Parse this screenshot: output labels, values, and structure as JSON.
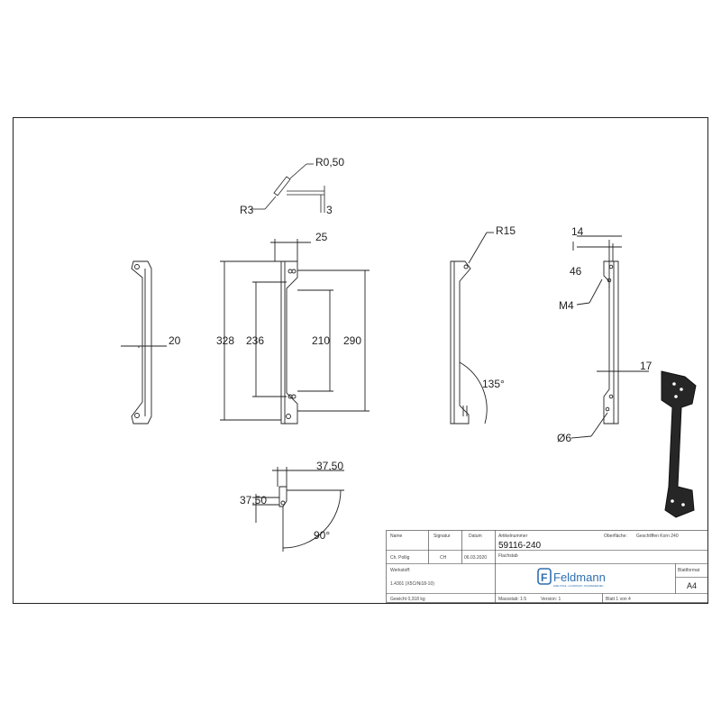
{
  "dimensions": {
    "r050": "R0,50",
    "r3": "R3",
    "t3": "3",
    "d25": "25",
    "d328": "328",
    "d236": "236",
    "d210": "210",
    "d290": "290",
    "d20": "20",
    "r15": "R15",
    "a135": "135°",
    "d14": "14",
    "d46": "46",
    "m4": "M4",
    "d17": "17",
    "phi6": "Ø6",
    "d3750a": "37,50",
    "d3750b": "37,50",
    "a90": "90°"
  },
  "title_block": {
    "hdr_name": "Name",
    "hdr_signature": "Signatur",
    "hdr_date": "Datum",
    "drawn_by": "Ch. Pollig",
    "signature": "CH",
    "date": "06.03.2020",
    "article_label": "Artikelnummer",
    "article_number": "59116-240",
    "surface_label": "Oberfläche:",
    "surface_value": "Geschliffen Korn 240",
    "flat_label": "Flachstab",
    "material_label": "Werkstoff:",
    "material_value": "1.4301 (X5CrNi18-10)",
    "weight": "Gewicht 0,318 kg",
    "scale": "Massstab: 1:5",
    "version": "Version: 1",
    "sheet": "Blatt 1 von 4",
    "format_label": "Blattformat",
    "format_value": "A4",
    "logo_name": "Feldmann",
    "logo_tagline": "EDELSTAHL • ALUMINIUM • SCHMIEDEEISEN",
    "logo_letter": "F"
  },
  "colors": {
    "line": "#222222",
    "thin": "#333333",
    "logo_blue": "#2f6fb0",
    "render_dark": "#262626"
  }
}
